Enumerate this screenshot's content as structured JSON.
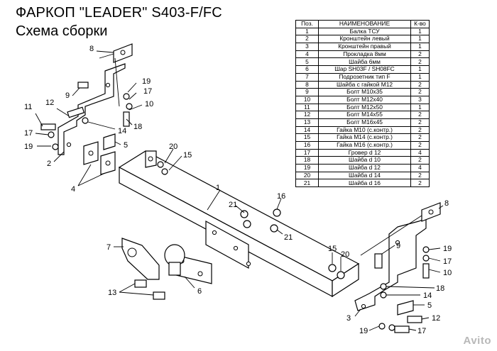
{
  "header": {
    "title": "ФАРКОП \"LEADER\" S403-F/FC",
    "subtitle": "Схема сборки"
  },
  "parts_table": {
    "columns": [
      "Поз.",
      "НАИМЕНОВАНИЕ",
      "К-во"
    ],
    "rows": [
      [
        "1",
        "Балка ТСУ",
        "1"
      ],
      [
        "2",
        "Кронштейн левый",
        "1"
      ],
      [
        "3",
        "Кронштейн правый",
        "1"
      ],
      [
        "4",
        "Прокладка 8мм",
        "2"
      ],
      [
        "5",
        "Шайба 6мм",
        "2"
      ],
      [
        "6",
        "Шар  SH03F / SH08FC",
        "1"
      ],
      [
        "7",
        "Подрозетник тип F",
        "1"
      ],
      [
        "8",
        "Шайба с гайкой М12",
        "2"
      ],
      [
        "9",
        "Болт М10х35",
        "2"
      ],
      [
        "10",
        "Болт М12х40",
        "3"
      ],
      [
        "11",
        "Болт М12х50",
        "1"
      ],
      [
        "12",
        "Болт М14х55",
        "2"
      ],
      [
        "13",
        "Болт М16х45",
        "2"
      ],
      [
        "14",
        "Гайка  М10 (с.контр.)",
        "2"
      ],
      [
        "15",
        "Гайка  М14 (с.контр.)",
        "2"
      ],
      [
        "16",
        "Гайка  М16 (с.контр.)",
        "2"
      ],
      [
        "17",
        "Гровер d 12",
        "4"
      ],
      [
        "18",
        "Шайба d 10",
        "2"
      ],
      [
        "19",
        "Шайба d 12",
        "4"
      ],
      [
        "20",
        "Шайба d 14",
        "2"
      ],
      [
        "21",
        "Шайба d 16",
        "2"
      ]
    ]
  },
  "callouts": [
    {
      "id": "c8a",
      "text": "8"
    },
    {
      "id": "c19a",
      "text": "19"
    },
    {
      "id": "c17a",
      "text": "17"
    },
    {
      "id": "c9a",
      "text": "9"
    },
    {
      "id": "c10a",
      "text": "10"
    },
    {
      "id": "c11",
      "text": "11"
    },
    {
      "id": "c12a",
      "text": "12"
    },
    {
      "id": "c17b",
      "text": "17"
    },
    {
      "id": "c14a",
      "text": "14"
    },
    {
      "id": "c18a",
      "text": "18"
    },
    {
      "id": "c19b",
      "text": "19"
    },
    {
      "id": "c2",
      "text": "2"
    },
    {
      "id": "c5a",
      "text": "5"
    },
    {
      "id": "c4",
      "text": "4"
    },
    {
      "id": "c20a",
      "text": "20"
    },
    {
      "id": "c15a",
      "text": "15"
    },
    {
      "id": "c1",
      "text": "1"
    },
    {
      "id": "c21a",
      "text": "21"
    },
    {
      "id": "c16",
      "text": "16"
    },
    {
      "id": "c21b",
      "text": "21"
    },
    {
      "id": "c7",
      "text": "7"
    },
    {
      "id": "c6",
      "text": "6"
    },
    {
      "id": "c13",
      "text": "13"
    },
    {
      "id": "c15b",
      "text": "15"
    },
    {
      "id": "c20b",
      "text": "20"
    },
    {
      "id": "c9b",
      "text": "9"
    },
    {
      "id": "c8b",
      "text": "8"
    },
    {
      "id": "c19c",
      "text": "19"
    },
    {
      "id": "c17c",
      "text": "17"
    },
    {
      "id": "c10b",
      "text": "10"
    },
    {
      "id": "c18b",
      "text": "18"
    },
    {
      "id": "c14b",
      "text": "14"
    },
    {
      "id": "c3",
      "text": "3"
    },
    {
      "id": "c5b",
      "text": "5"
    },
    {
      "id": "c12b",
      "text": "12"
    },
    {
      "id": "c19d",
      "text": "19"
    },
    {
      "id": "c17d",
      "text": "17"
    }
  ],
  "watermark": "Avito"
}
